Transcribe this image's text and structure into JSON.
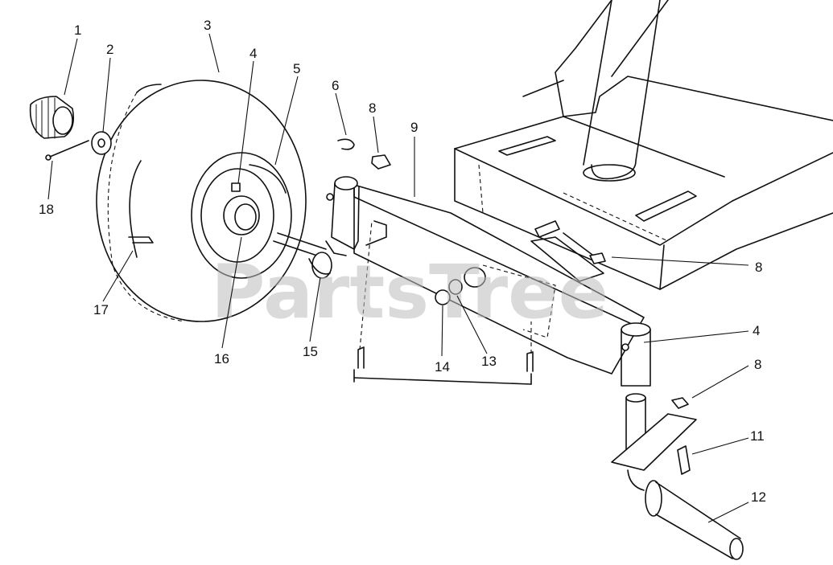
{
  "watermark": "PartsTree",
  "callouts": [
    {
      "key": "c1",
      "text": "1"
    },
    {
      "key": "c2",
      "text": "2"
    },
    {
      "key": "c3",
      "text": "3"
    },
    {
      "key": "c4a",
      "text": "4"
    },
    {
      "key": "c5",
      "text": "5"
    },
    {
      "key": "c6",
      "text": "6"
    },
    {
      "key": "c8a",
      "text": "8"
    },
    {
      "key": "c9",
      "text": "9"
    },
    {
      "key": "c18",
      "text": "18"
    },
    {
      "key": "c8b",
      "text": "8"
    },
    {
      "key": "c17",
      "text": "17"
    },
    {
      "key": "c4b",
      "text": "4"
    },
    {
      "key": "c16",
      "text": "16"
    },
    {
      "key": "c15",
      "text": "15"
    },
    {
      "key": "c14",
      "text": "14"
    },
    {
      "key": "c13",
      "text": "13"
    },
    {
      "key": "c8c",
      "text": "8"
    },
    {
      "key": "c11",
      "text": "11"
    },
    {
      "key": "c12",
      "text": "12"
    }
  ]
}
